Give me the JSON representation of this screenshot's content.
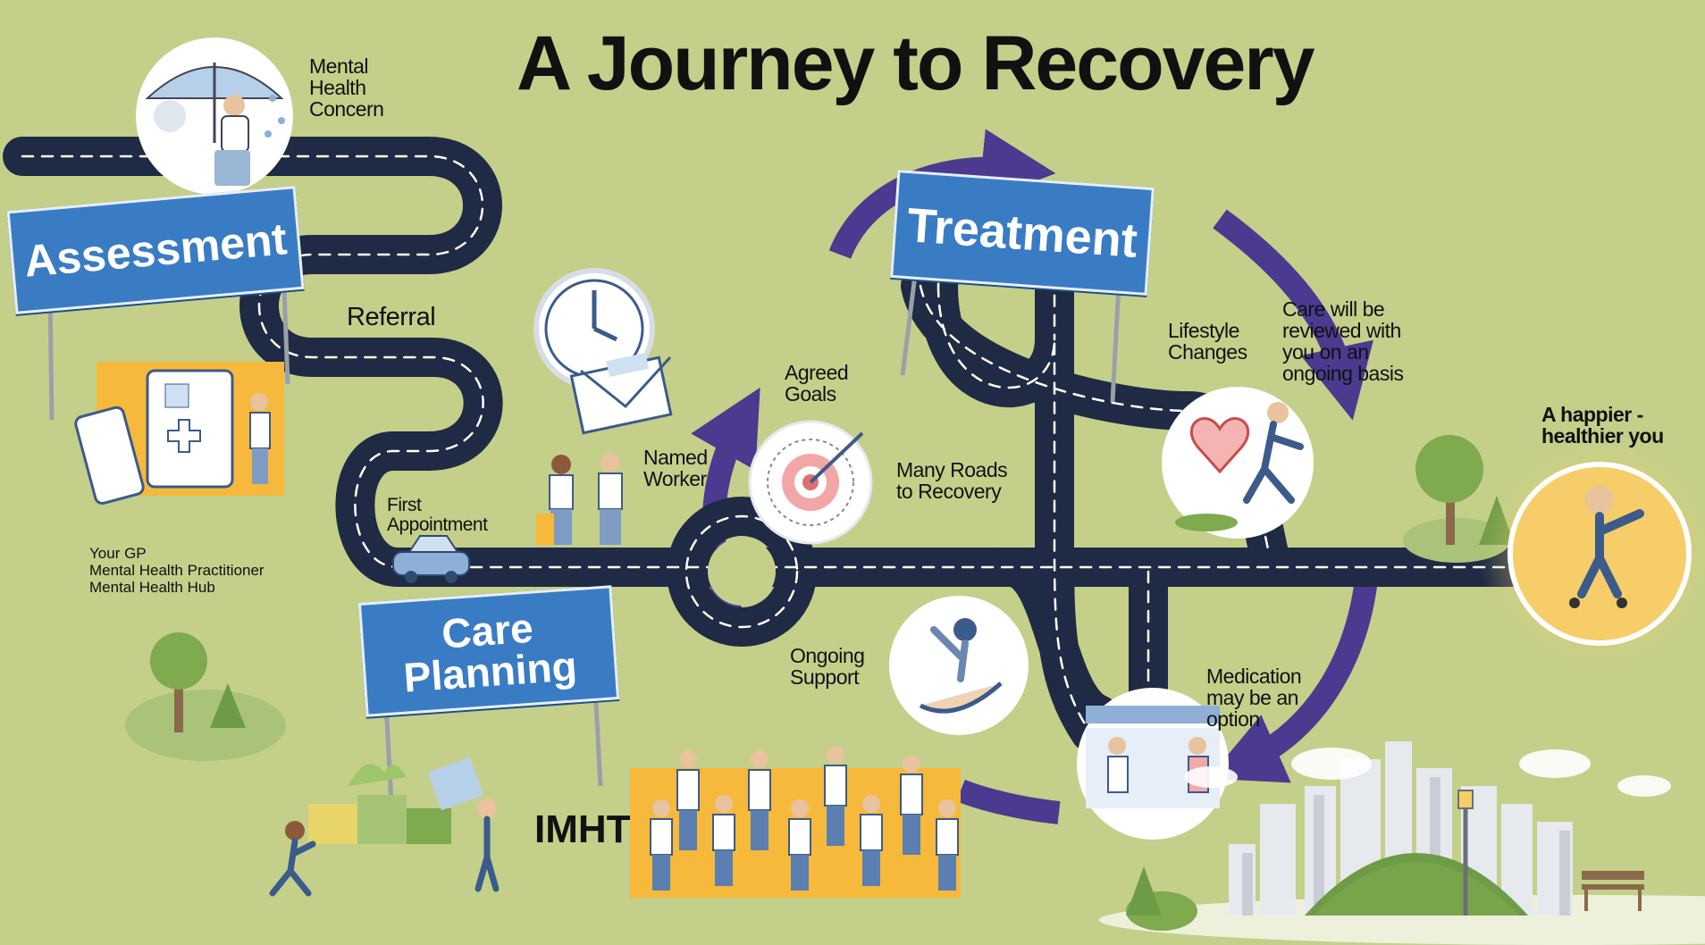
{
  "title": "A Journey to Recovery",
  "signs": {
    "assessment": "Assessment",
    "treatment": "Treatment",
    "care_planning": "Care\nPlanning"
  },
  "labels": {
    "mental_health_concern": "Mental\nHealth\nConcern",
    "referral": "Referral",
    "first_appointment": "First\nAppointment",
    "named_worker": "Named\nWorker",
    "agreed_goals": "Agreed\nGoals",
    "many_roads": "Many Roads\nto Recovery",
    "lifestyle_changes": "Lifestyle\nChanges",
    "care_reviewed": "Care will be\nreviewed with\nyou on an\nongoing basis",
    "happier_you": "A happier -\nhealthier you",
    "ongoing_support": "Ongoing\nSupport",
    "medication": "Medication\nmay be an\noption",
    "imht": "IMHT",
    "referral_sources": "Your GP\nMental Health Practitioner\nMental Health Hub"
  },
  "colors": {
    "background": "#c4cf8a",
    "road": "#1f2a44",
    "sign_blue": "#3a7cc4",
    "arrow_purple": "#4b3a8f",
    "highlight_yellow": "#f6cd68"
  },
  "icons": [
    "umbrella-rain-icon",
    "medical-app-icon",
    "clock-icon",
    "envelope-icon",
    "target-icon",
    "heart-runner-icon",
    "roller-skater-icon",
    "helping-hand-icon",
    "pharmacy-icon",
    "puzzle-team-icon",
    "team-people-icon",
    "tree-icon",
    "city-skyline-icon",
    "car-icon"
  ]
}
